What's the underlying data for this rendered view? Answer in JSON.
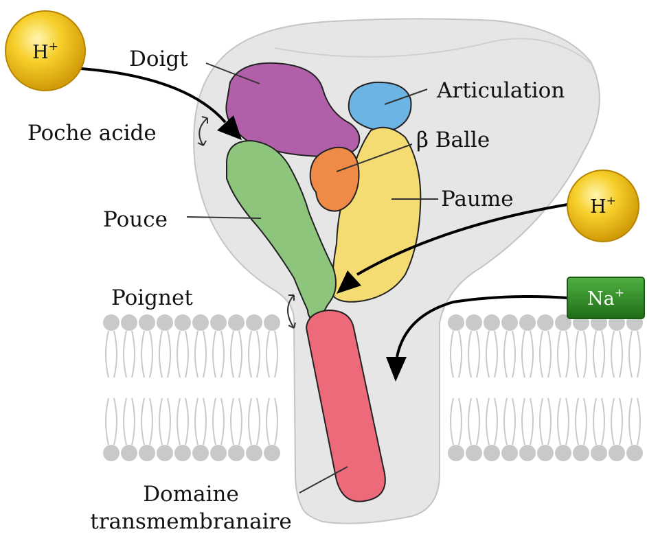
{
  "labels": {
    "doigt": "Doigt",
    "articulation": "Articulation",
    "poche_acide": "Poche acide",
    "beta_balle": "β Balle",
    "paume": "Paume",
    "pouce": "Pouce",
    "poignet": "Poignet",
    "domaine_line1": "Domaine",
    "domaine_line2": "transmembranaire"
  },
  "ions": {
    "proton_left": {
      "symbol": "H",
      "charge": "+"
    },
    "proton_right": {
      "symbol": "H",
      "charge": "+"
    },
    "sodium": {
      "symbol": "Na",
      "charge": "+"
    }
  },
  "colors": {
    "channel_body": "#e6e6e6",
    "membrane": "#c9c9c9",
    "doigt": "#b25fa9",
    "articulation": "#6cb4e4",
    "beta_balle": "#f08a47",
    "paume": "#f5dc72",
    "pouce": "#8dc57c",
    "transmembrane": "#ec6a7a",
    "proton": "#f3c21b",
    "sodium": "#2f8f25"
  }
}
